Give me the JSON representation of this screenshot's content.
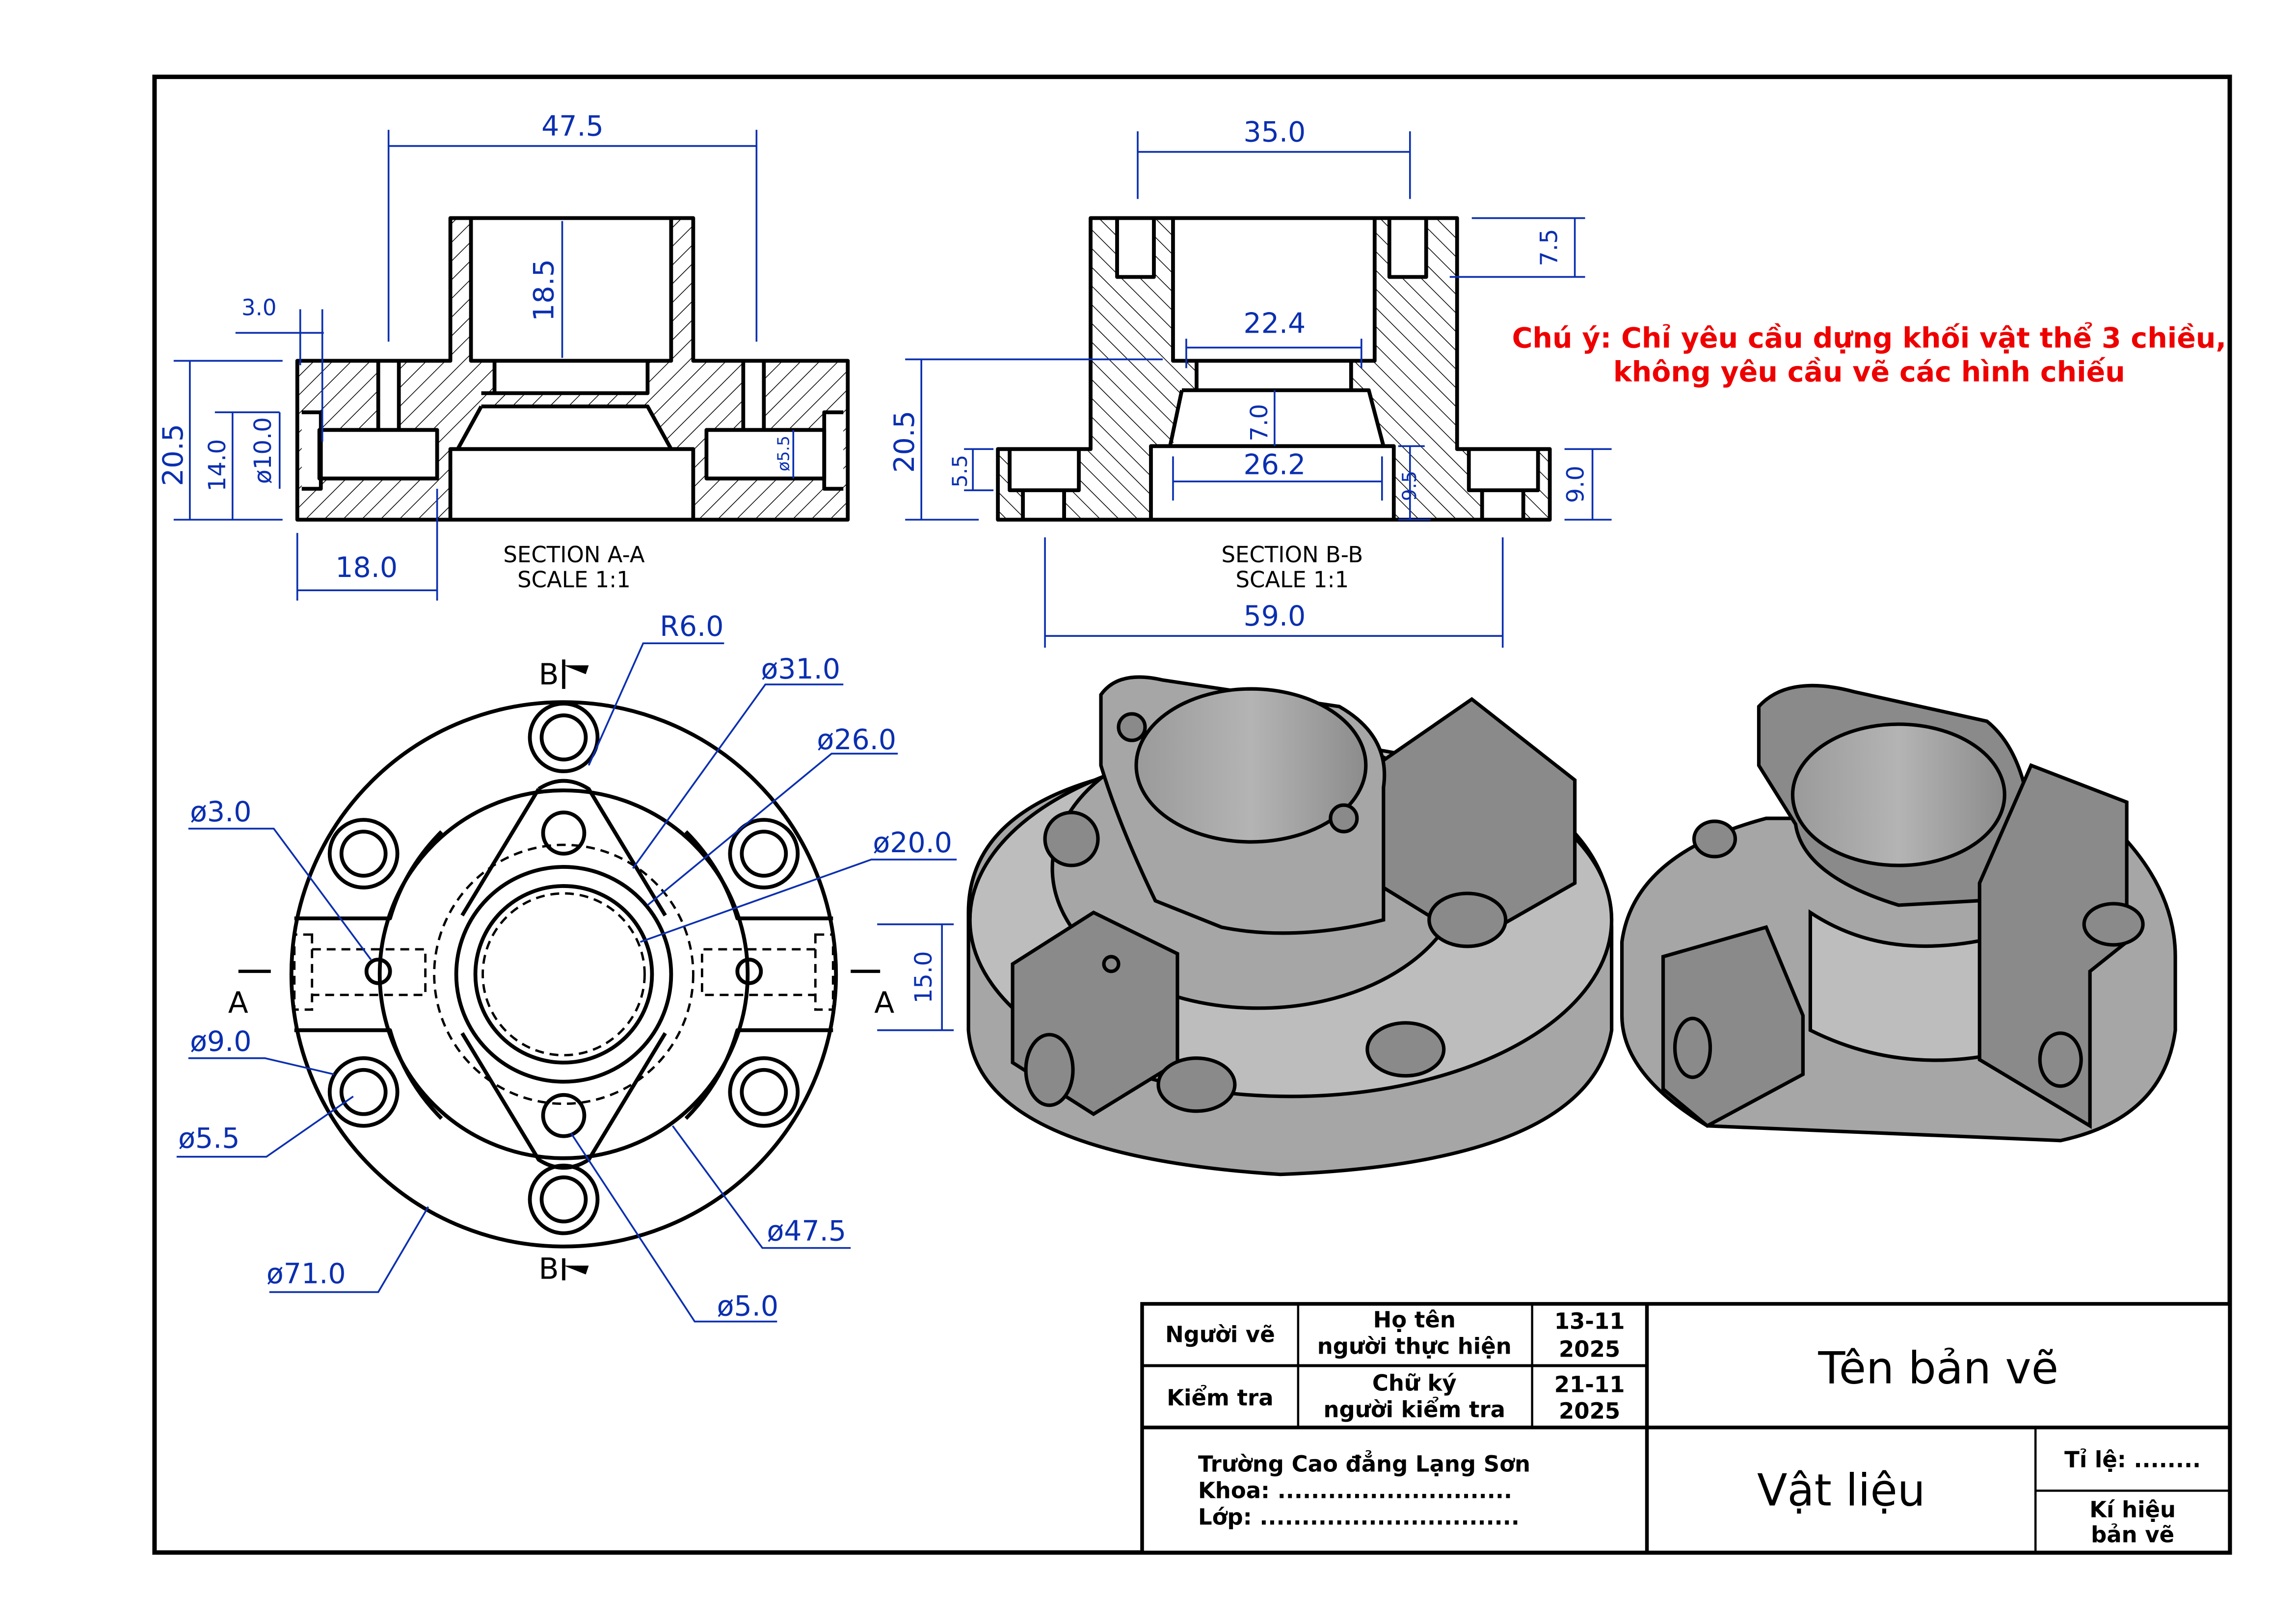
{
  "note": {
    "line1": "Chú ý: Chỉ yêu cầu dựng khối vật thể 3 chiều,",
    "line2": "không yêu cầu vẽ các hình chiếu",
    "color": "#ee0000"
  },
  "colors": {
    "dimension": "#0a2fb0",
    "object": "#000000",
    "shade": "#a6a6a6"
  },
  "section_aa": {
    "title": "SECTION A-A",
    "scale": "SCALE 1:1",
    "dims": {
      "top_width": "47.5",
      "bore_depth": "18.5",
      "slot_width": "3.0",
      "total_height": "20.5",
      "hole_height": "14.0",
      "hole_dia": "ø10.0",
      "side_hole_dia": "ø5.5",
      "left_offset": "18.0"
    }
  },
  "section_bb": {
    "title": "SECTION B-B",
    "scale": "SCALE 1:1",
    "dims": {
      "top_width": "35.0",
      "counterbore_depth": "7.5",
      "inner_dia": "22.4",
      "taper_height": "7.0",
      "total_height": "20.5",
      "flange_step": "5.5",
      "lower_bore": "26.2",
      "lower_depth": "9.5",
      "flange_height": "9.0",
      "overall_width": "59.0"
    }
  },
  "top_view": {
    "labels": {
      "b_top": "B",
      "b_bottom": "B",
      "a_left": "A",
      "a_right": "A"
    },
    "dims": {
      "r6": "R6.0",
      "d31": "ø31.0",
      "d26": "ø26.0",
      "d20": "ø20.0",
      "d3": "ø3.0",
      "d9": "ø9.0",
      "d55": "ø5.5",
      "d71": "ø71.0",
      "d475": "ø47.5",
      "d5": "ø5.0",
      "w15": "15.0"
    }
  },
  "title_block": {
    "drawn_by_label": "Người vẽ",
    "drawn_by_name_1": "Họ tên",
    "drawn_by_name_2": "người thực hiện",
    "drawn_date_1": "13-11",
    "drawn_date_2": "2025",
    "checked_label": "Kiểm tra",
    "checked_name_1": "Chữ ký",
    "checked_name_2": "người kiểm tra",
    "checked_date_1": "21-11",
    "checked_date_2": "2025",
    "drawing_name": "Tên bản vẽ",
    "school": "Trường Cao đẳng Lạng Sơn",
    "faculty": "Khoa: ............................",
    "class": "Lớp: ...............................",
    "material": "Vật liệu",
    "scale": "Tỉ lệ: ........",
    "drawing_code_1": "Kí hiệu",
    "drawing_code_2": "bản vẽ"
  }
}
